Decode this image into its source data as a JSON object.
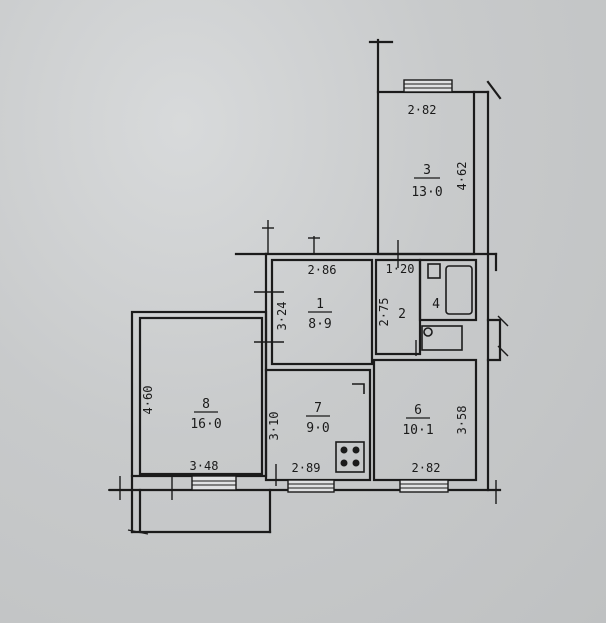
{
  "rooms": [
    {
      "id": "room-1",
      "number": "1",
      "area": "8·9"
    },
    {
      "id": "room-2",
      "number": "2",
      "area": ""
    },
    {
      "id": "room-3",
      "number": "3",
      "area": "13·0"
    },
    {
      "id": "room-4",
      "number": "4",
      "area": ""
    },
    {
      "id": "room-6",
      "number": "6",
      "area": "10·1"
    },
    {
      "id": "room-7",
      "number": "7",
      "area": "9·0"
    },
    {
      "id": "room-8",
      "number": "8",
      "area": "16·0"
    }
  ],
  "dimensions": {
    "room3_width": "2·82",
    "room3_length": "4·62",
    "room1_width": "2·86",
    "room1_depth": "3·24",
    "bath_width": "1·20",
    "hall_depth": "2·75",
    "room8_length": "4·60",
    "room8_width": "3·48",
    "room7_depth": "3·10",
    "room7_width": "2·89",
    "room6_depth": "3·58",
    "room6_width": "2·82"
  }
}
